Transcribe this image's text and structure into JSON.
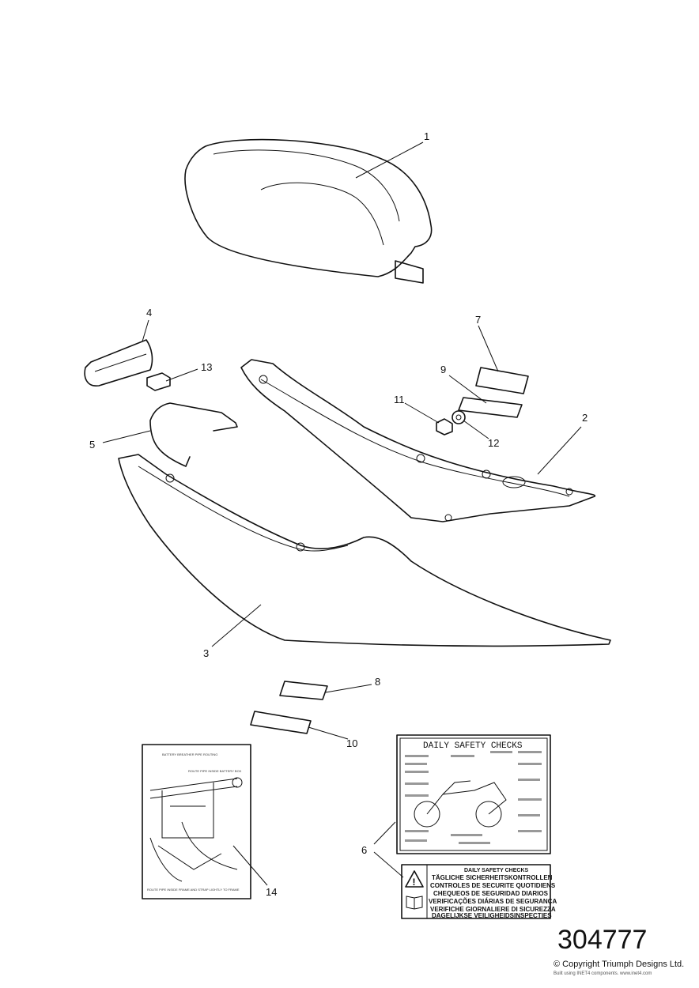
{
  "diagram": {
    "callouts": [
      "1",
      "2",
      "3",
      "4",
      "5",
      "6",
      "7",
      "8",
      "9",
      "10",
      "11",
      "12",
      "13",
      "14"
    ],
    "battery_label": {
      "title": "BATTERY BREATHER PIPE ROUTING",
      "note_top": "ROUTE PIPE INSIDE BATTERY BOX",
      "note_bottom": "ROUTE PIPE INSIDE FRAME AND STRAP LIGHTLY TO FRAME"
    },
    "safety_label_large": {
      "title": "DAILY SAFETY CHECKS"
    },
    "safety_label_small": {
      "lines": [
        "DAILY SAFETY CHECKS",
        "TÄGLICHE SICHERHEITSKONTROLLEN",
        "CONTROLES DE SECURITE QUOTIDIENS",
        "CHEQUEOS DE SEGURIDAD DIARIOS",
        "VERIFICAÇÕES DIÁRIAS DE SEGURANÇA",
        "VERIFICHE GIORNALIERE DI SICUREZZA",
        "DAGELIJKSE VEILIGHEIDSINSPECTIES"
      ]
    }
  },
  "footer": {
    "part_number": "304777",
    "copyright": "© Copyright Triumph Designs Ltd.",
    "built_with": "Built using INET4 components. www.inet4.com"
  }
}
